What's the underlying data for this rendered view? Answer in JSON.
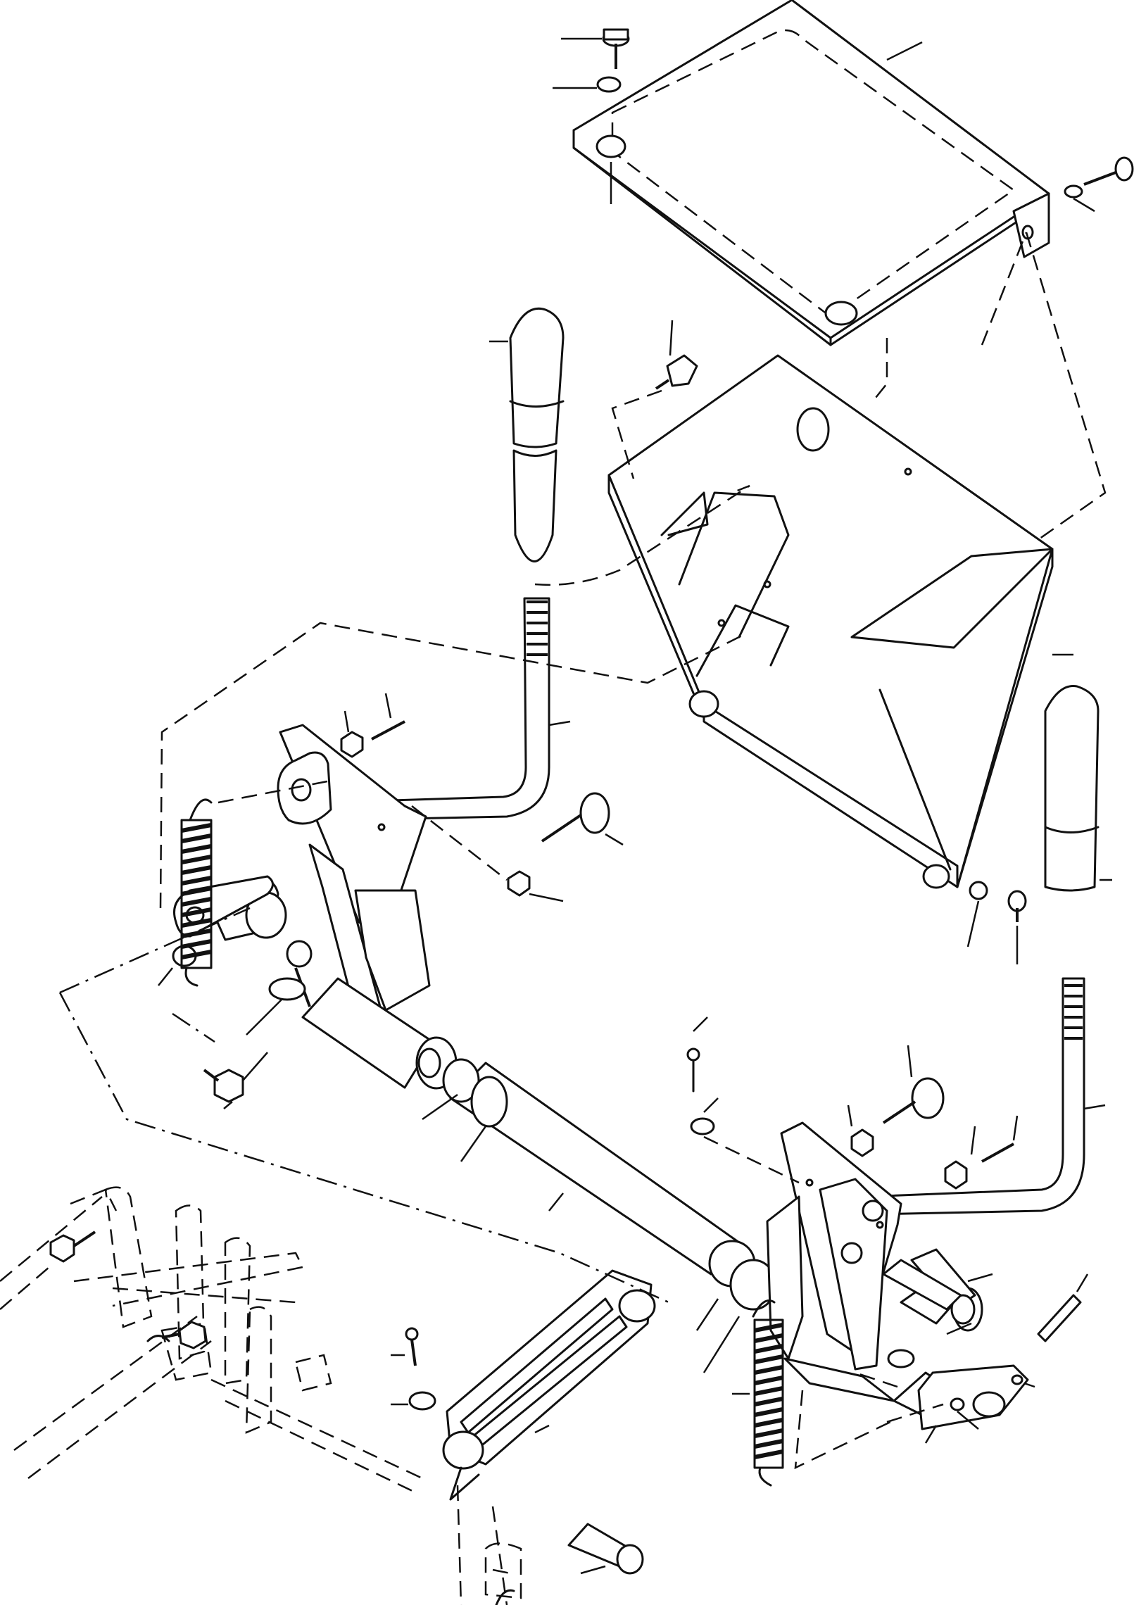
{
  "figure": {
    "kind": "exploded-parts-diagram",
    "callout_labels_printed": false,
    "line_color": "#111111",
    "background": "#ffffff"
  },
  "parts": [
    {
      "id": "cover-plate"
    },
    {
      "id": "cover-screw"
    },
    {
      "id": "cover-lock-washer"
    },
    {
      "id": "cover-side-screw"
    },
    {
      "id": "lever-box-bracket"
    },
    {
      "id": "bracket-bolt"
    },
    {
      "id": "knob-left"
    },
    {
      "id": "lever-left"
    },
    {
      "id": "knob-right"
    },
    {
      "id": "lever-right"
    },
    {
      "id": "cross-shaft"
    },
    {
      "id": "spring-left"
    },
    {
      "id": "spring-right"
    },
    {
      "id": "clevis-link"
    },
    {
      "id": "cotter-pin"
    },
    {
      "id": "clevis-pin"
    }
  ]
}
